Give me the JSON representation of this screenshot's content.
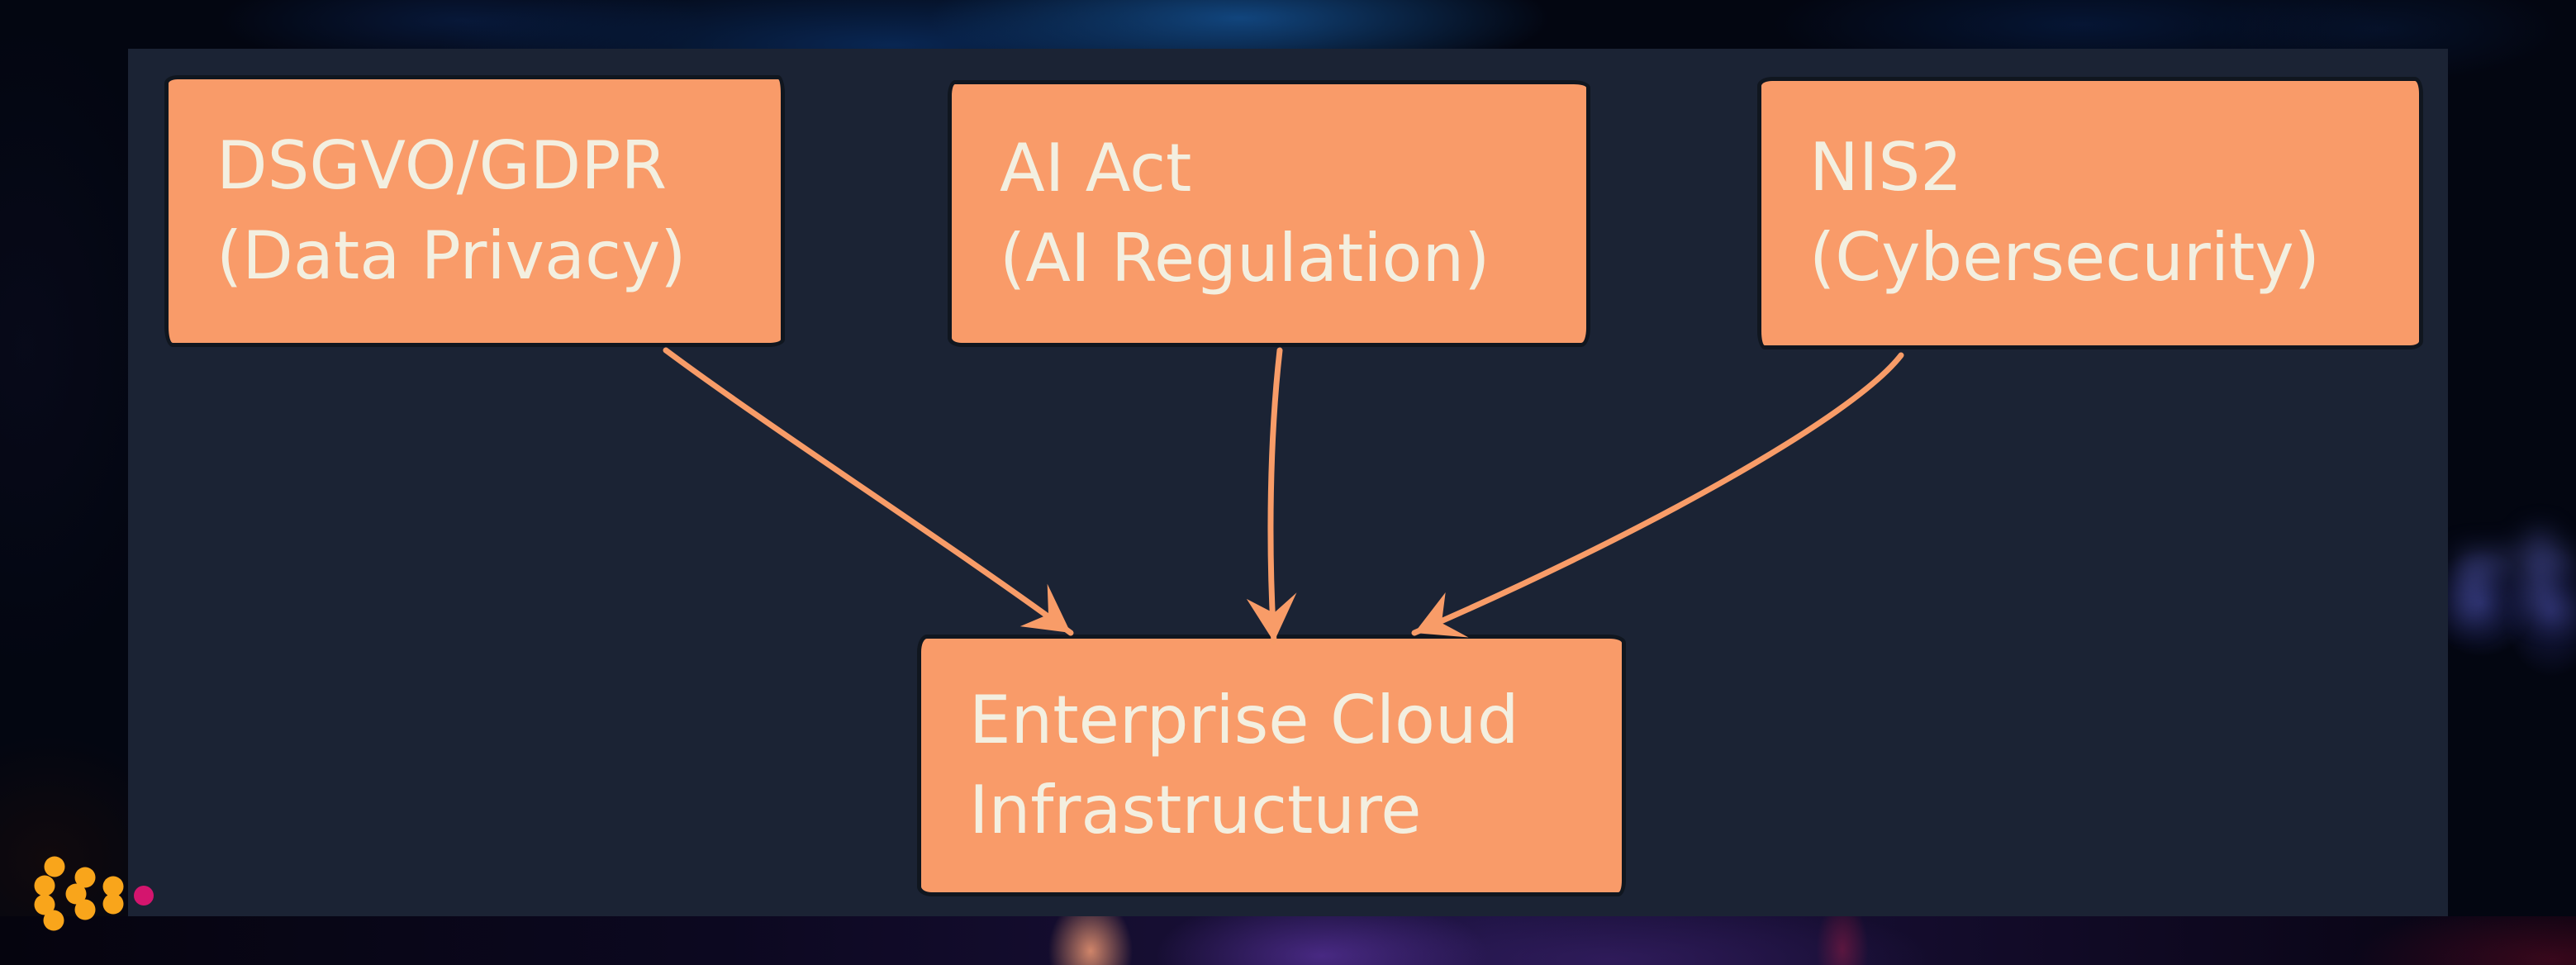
{
  "diagram": {
    "type": "flowchart",
    "nodes": [
      {
        "id": "dsgvo-gdpr",
        "line1": "DSGVO/GDPR",
        "line2": "(Data Privacy)"
      },
      {
        "id": "ai-act",
        "line1": "AI Act",
        "line2": "(AI Regulation)"
      },
      {
        "id": "nis2",
        "line1": "NIS2",
        "line2": "(Cybersecurity)"
      },
      {
        "id": "enterprise-cloud",
        "line1": "Enterprise Cloud",
        "line2": "Infrastructure"
      }
    ],
    "edges": [
      {
        "from": "dsgvo-gdpr",
        "to": "enterprise-cloud"
      },
      {
        "from": "ai-act",
        "to": "enterprise-cloud"
      },
      {
        "from": "nis2",
        "to": "enterprise-cloud"
      }
    ],
    "colors": {
      "canvas": "#1b2334",
      "node_fill": "#f99b69",
      "node_text": "#f3efe0",
      "node_outline": "#10161f",
      "arrow": "#f89c68"
    }
  },
  "logo": {
    "name": "dots-logo",
    "dot_orange": "#f9a51b",
    "dot_magenta": "#d4156e"
  },
  "background": {
    "faint_glyph": "rt"
  }
}
